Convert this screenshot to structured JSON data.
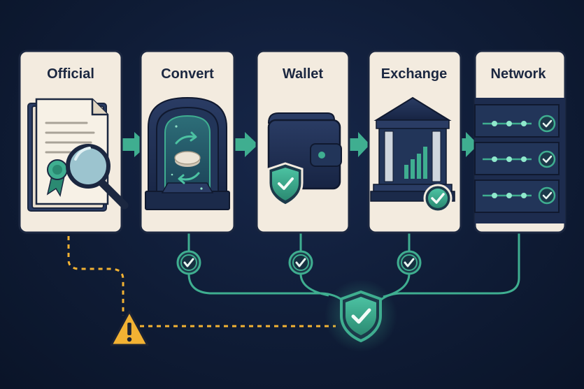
{
  "steps": [
    {
      "id": "official",
      "label": "Official",
      "icon": "document-magnifier-icon"
    },
    {
      "id": "convert",
      "label": "Convert",
      "icon": "portal-coin-icon"
    },
    {
      "id": "wallet",
      "label": "Wallet",
      "icon": "wallet-shield-icon"
    },
    {
      "id": "exchange",
      "label": "Exchange",
      "icon": "bank-building-icon"
    },
    {
      "id": "network",
      "label": "Network",
      "icon": "server-rack-icon"
    }
  ],
  "colors": {
    "background": "#0f1c36",
    "card": "#f3ebdf",
    "navy": "#1d2c4e",
    "teal": "#3fae90",
    "warning": "#f2b233"
  },
  "connectors": {
    "arrow_icon": "arrow-right-icon",
    "check_icon": "check-circle-icon",
    "shield_icon": "shield-check-icon",
    "warning_icon": "warning-triangle-icon"
  }
}
